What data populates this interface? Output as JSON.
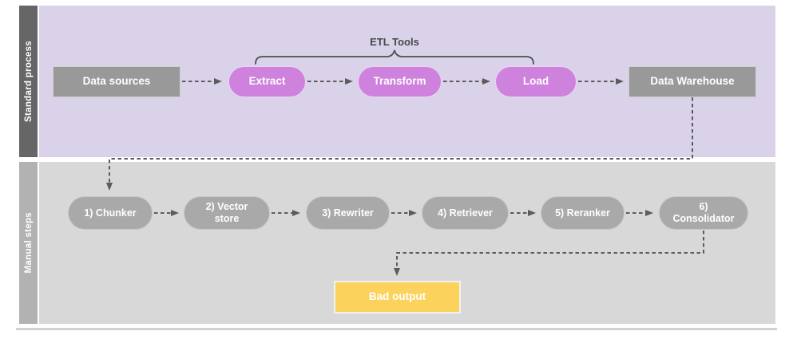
{
  "colors": {
    "lane-standard-bg": "#d9d2e9",
    "lane-manual-bg": "#d8d8d8",
    "lane-standard-tab": "#666666",
    "lane-manual-tab": "#b2b2b2",
    "gray-node": "#999999",
    "purple-pill": "#ce82dd",
    "gray-pill": "#a9a9a9",
    "yellow-node": "#fbd25c",
    "connector": "#5c5c5c",
    "annotation-text": "#484848"
  },
  "lanes": {
    "standard": {
      "label": "Standard process"
    },
    "manual": {
      "label": "Manual steps"
    }
  },
  "standard": {
    "annotation": "ETL Tools",
    "nodes": {
      "data_sources": "Data sources",
      "extract": "Extract",
      "transform": "Transform",
      "load": "Load",
      "warehouse": "Data Warehouse"
    }
  },
  "manual": {
    "nodes": {
      "chunker": "1) Chunker",
      "vector_store": "2) Vector\nstore",
      "rewriter": "3) Rewriter",
      "retriever": "4) Retriever",
      "reranker": "5) Reranker",
      "consolidator": "6)\nConsolidator"
    },
    "bad_output": "Bad output"
  }
}
